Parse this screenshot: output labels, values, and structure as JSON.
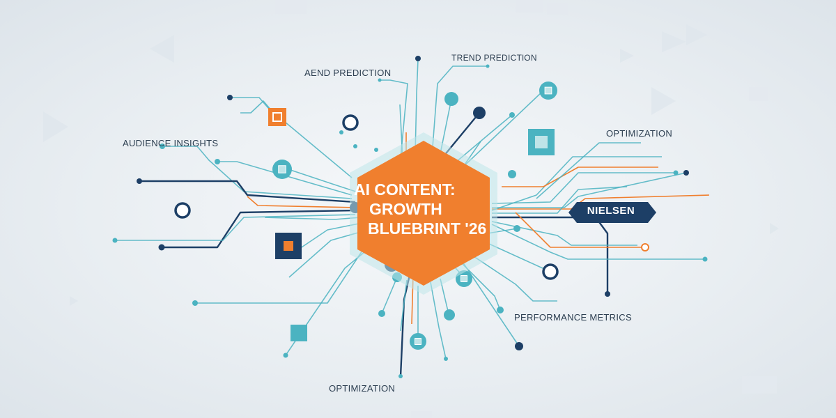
{
  "hub": {
    "line1": "AI CONTENT:",
    "line2": "GROWTH",
    "line3": "BLUEBRINT '26",
    "color": "#f07f2e"
  },
  "badge": {
    "label": "NIELSEN",
    "color": "#1d3f66"
  },
  "labels": {
    "trend_prediction_left": "AEND PREDICTION",
    "trend_prediction_top": "TREND PREDICTlON",
    "audience_insights": "AUDIENCE INSIGHTS",
    "optimization_right": "OPTIMIZATION",
    "performance_metrics": "PERFORMANCE METRICS",
    "optimization_bottom": "OPTIMIZATION"
  },
  "colors": {
    "teal": "#4bb3c1",
    "navy": "#1d3f66",
    "orange": "#f07f2e",
    "text": "#2c3e50"
  }
}
